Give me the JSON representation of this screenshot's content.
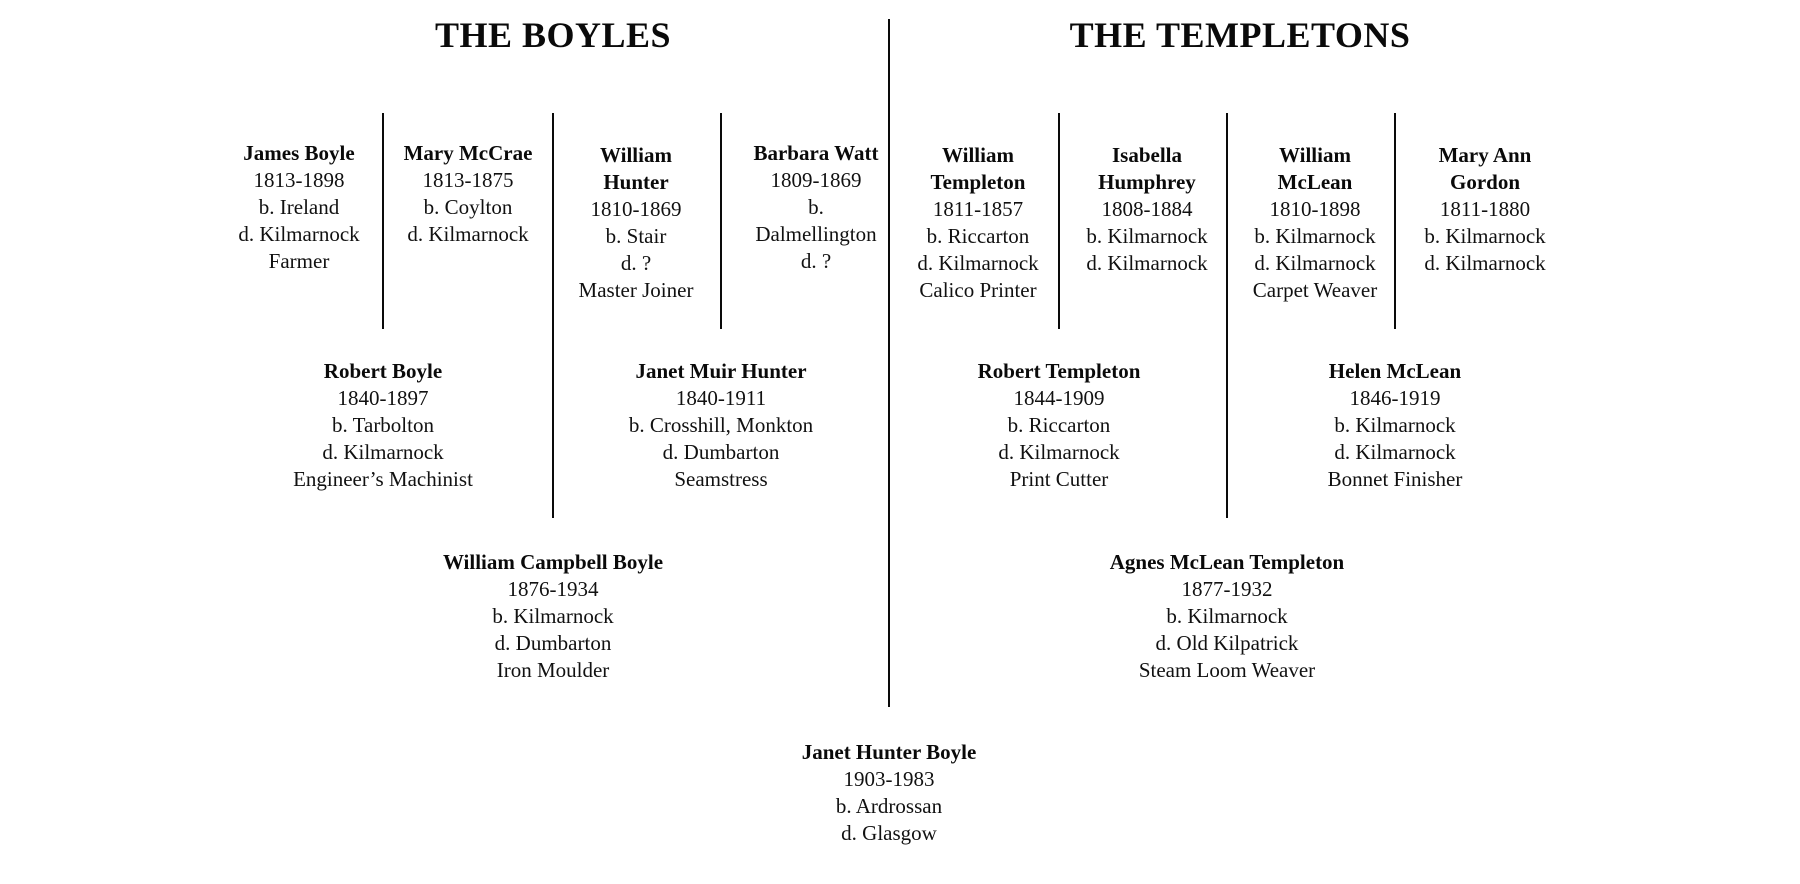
{
  "titles": {
    "left": "THE BOYLES",
    "right": "THE TEMPLETONS"
  },
  "line_color": "#0a0a0a",
  "great_grandparents": {
    "boyles": [
      {
        "name": "James Boyle",
        "dates": "1813-1898",
        "born": "b. Ireland",
        "died": "d. Kilmarnock",
        "occupation": "Farmer"
      },
      {
        "name": "Mary McCrae",
        "dates": "1813-1875",
        "born": "b. Coylton",
        "died": "d. Kilmarnock",
        "occupation": ""
      },
      {
        "name_line1": "William",
        "name_line2": "Hunter",
        "dates": "1810-1869",
        "born": "b. Stair",
        "died": "d. ?",
        "occupation": "Master Joiner"
      },
      {
        "name": "Barbara Watt",
        "dates": "1809-1869",
        "born_line1": "b.",
        "born_line2": "Dalmellington",
        "died": "d. ?",
        "occupation": ""
      }
    ],
    "templetons": [
      {
        "name_line1": "William",
        "name_line2": "Templeton",
        "dates": "1811-1857",
        "born": "b. Riccarton",
        "died": "d. Kilmarnock",
        "occupation": "Calico Printer"
      },
      {
        "name_line1": "Isabella",
        "name_line2": "Humphrey",
        "dates": "1808-1884",
        "born": "b. Kilmarnock",
        "died": "d. Kilmarnock",
        "occupation": ""
      },
      {
        "name_line1": "William",
        "name_line2": "McLean",
        "dates": "1810-1898",
        "born": "b. Kilmarnock",
        "died": "d. Kilmarnock",
        "occupation": "Carpet Weaver"
      },
      {
        "name_line1": "Mary Ann",
        "name_line2": "Gordon",
        "dates": "1811-1880",
        "born": "b. Kilmarnock",
        "died": "d. Kilmarnock",
        "occupation": ""
      }
    ]
  },
  "grandparents": {
    "boyles": [
      {
        "name": "Robert Boyle",
        "dates": "1840-1897",
        "born": "b. Tarbolton",
        "died": "d. Kilmarnock",
        "occupation": "Engineer’s Machinist"
      },
      {
        "name": "Janet Muir Hunter",
        "dates": "1840-1911",
        "born": "b. Crosshill, Monkton",
        "died": "d. Dumbarton",
        "occupation": "Seamstress"
      }
    ],
    "templetons": [
      {
        "name": "Robert Templeton",
        "dates": "1844-1909",
        "born": "b. Riccarton",
        "died": "d. Kilmarnock",
        "occupation": "Print Cutter"
      },
      {
        "name": "Helen McLean",
        "dates": "1846-1919",
        "born": "b. Kilmarnock",
        "died": "d. Kilmarnock",
        "occupation": "Bonnet Finisher"
      }
    ]
  },
  "parents": {
    "boyle": {
      "name": "William Campbell Boyle",
      "dates": "1876-1934",
      "born": "b. Kilmarnock",
      "died": "d. Dumbarton",
      "occupation": "Iron Moulder"
    },
    "templeton": {
      "name": "Agnes McLean Templeton",
      "dates": "1877-1932",
      "born": "b. Kilmarnock",
      "died": "d. Old Kilpatrick",
      "occupation": "Steam Loom Weaver"
    }
  },
  "subject": {
    "name": "Janet Hunter Boyle",
    "dates": "1903-1983",
    "born": "b. Ardrossan",
    "died": "d. Glasgow"
  }
}
